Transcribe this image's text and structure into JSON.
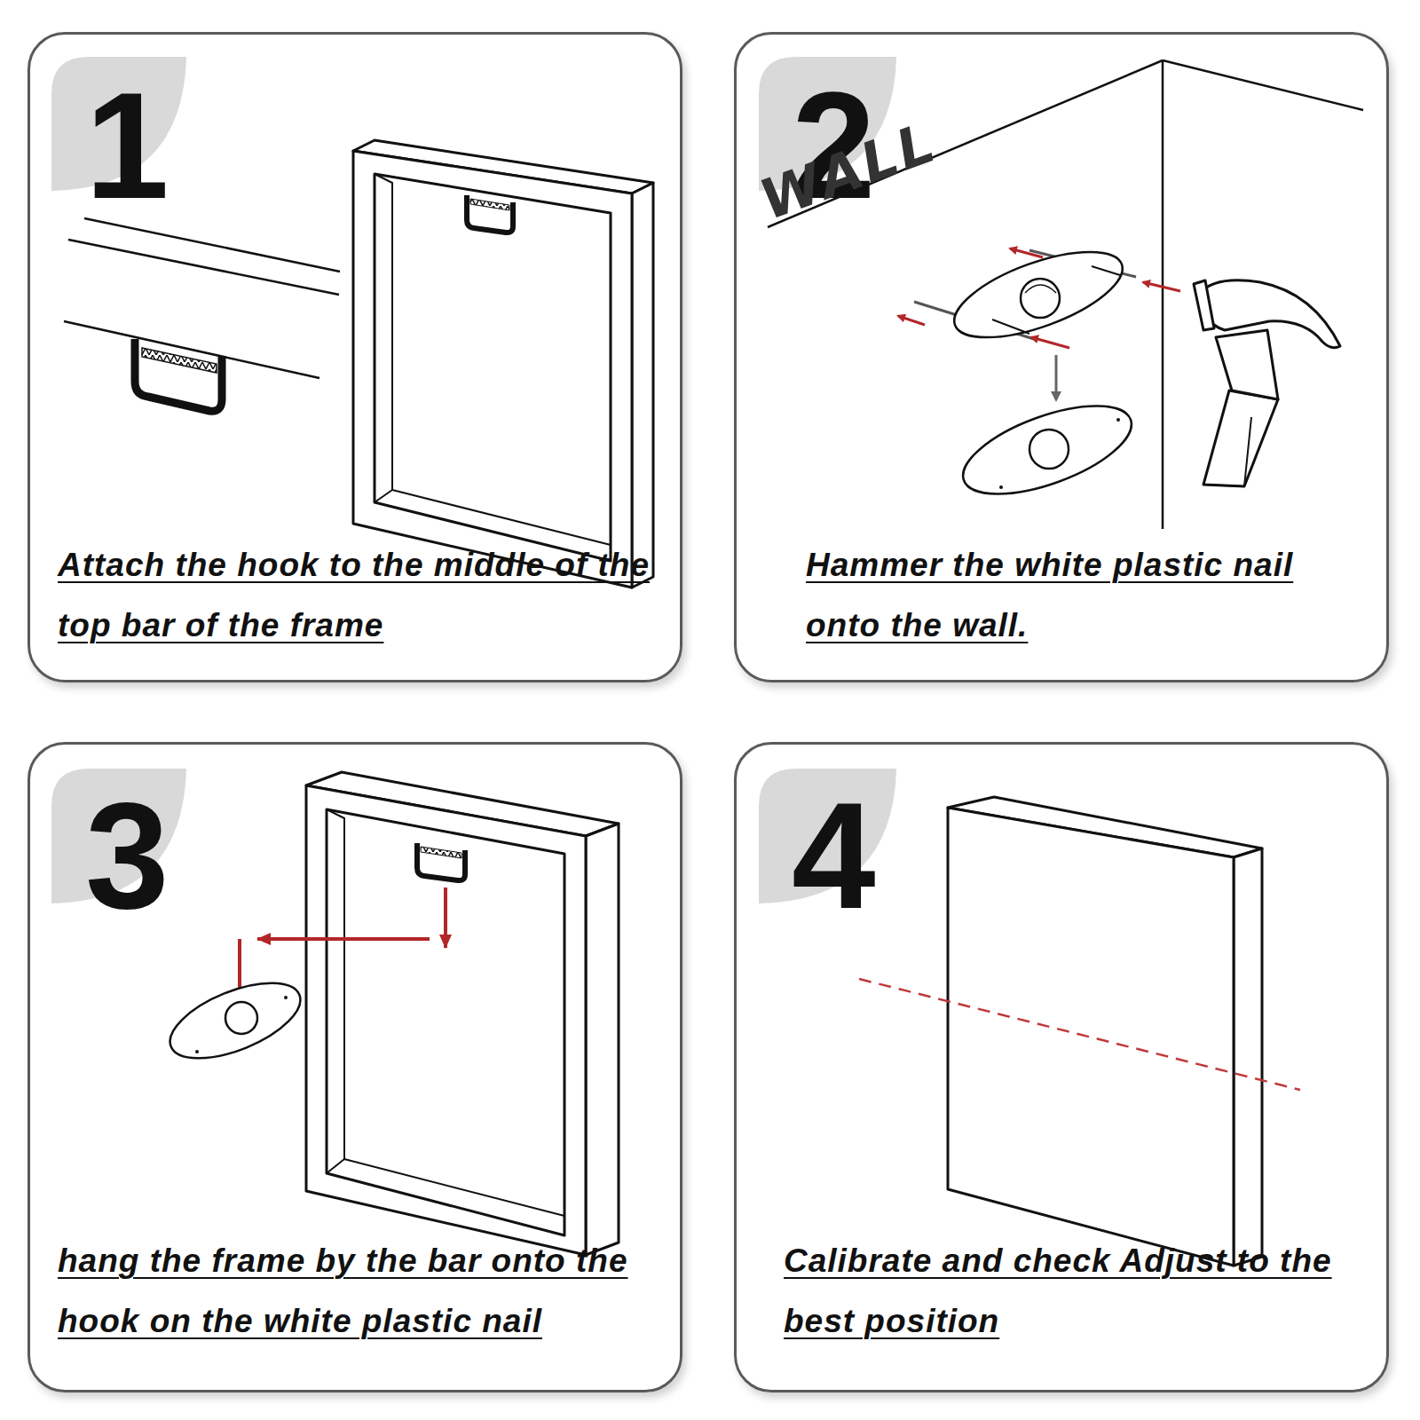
{
  "diagram": {
    "nodes": [
      {
        "text": [
          "1",
          "Attach the hook to the middle of the top bar of the frame"
        ]
      },
      {
        "text": [
          "2",
          "Hammer the white plastic nail onto the wall."
        ]
      },
      {
        "text": [
          "3",
          "hang the frame by the bar onto the hook on the white plastic nail"
        ]
      },
      {
        "text": [
          "4",
          "Calibrate and check Adjust to the best position"
        ]
      }
    ],
    "labels": [
      "WALL"
    ]
  }
}
